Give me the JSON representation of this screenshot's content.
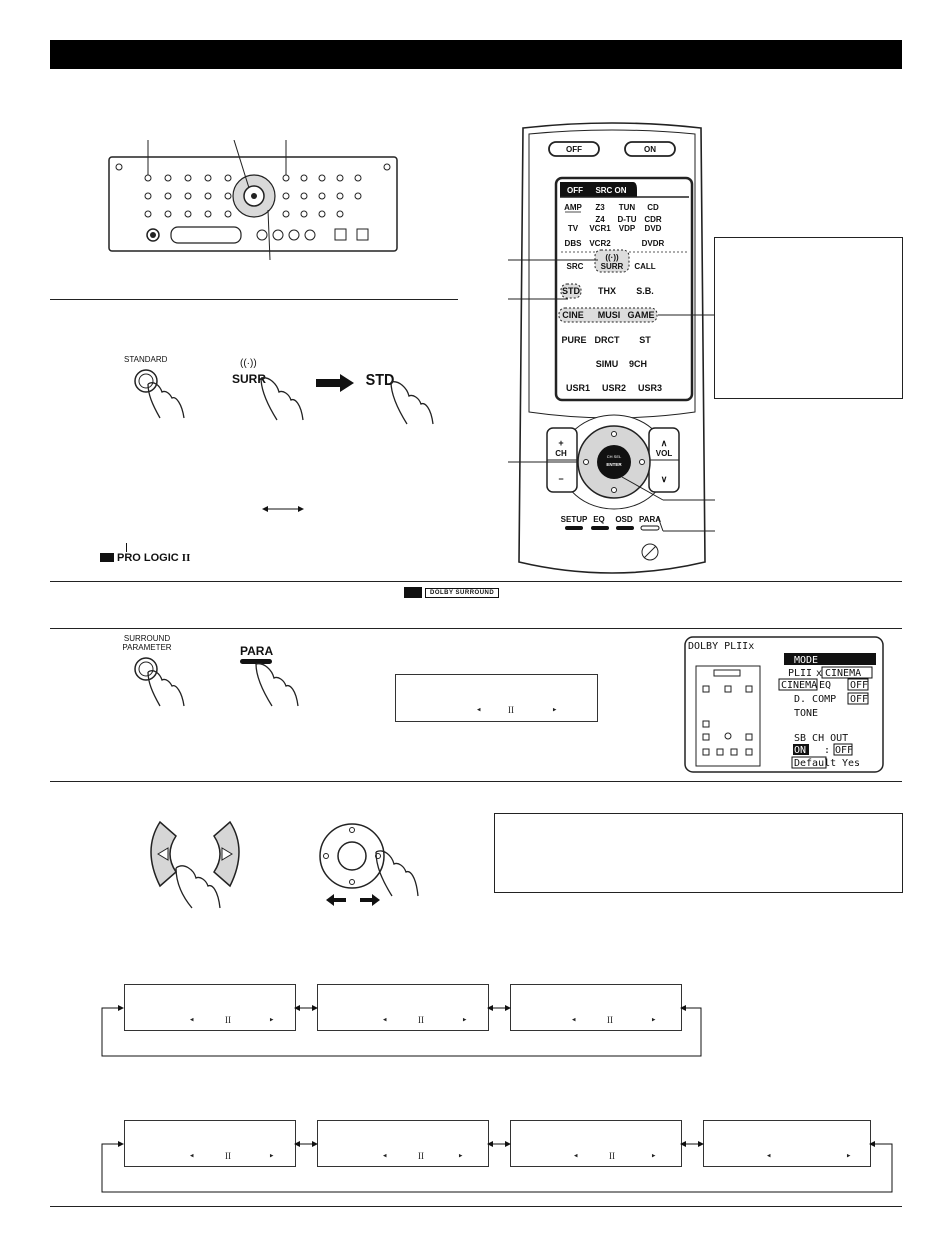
{
  "front_panel": {
    "title_bar": ""
  },
  "buttons": {
    "standard": "STANDARD",
    "surr": "SURR",
    "std": "STD",
    "surround_parameter_line1": "SURROUND",
    "surround_parameter_line2": "PARAMETER",
    "para": "PARA"
  },
  "logos": {
    "pro_logic": "PRO LOGIC",
    "pro_logic_suffix": "II",
    "dolby_surround": "DOLBY SURROUND"
  },
  "remote": {
    "off": "OFF",
    "on": "ON",
    "tab_off": "OFF",
    "tab_src_on": "SRC ON",
    "source_rows": [
      [
        "AMP",
        "Z3",
        "TUN",
        "CD"
      ],
      [
        "Z4",
        "D-TU",
        "CDR"
      ],
      [
        "TV",
        "VCR1",
        "VDP",
        "DVD"
      ],
      [
        "DBS",
        "VCR2",
        "DVDR"
      ]
    ],
    "src": "SRC",
    "surr": "SURR",
    "call": "CALL",
    "std": "STD",
    "thx": "THX",
    "sb": "S.B.",
    "cine": "CINE",
    "musi": "MUSI",
    "game": "GAME",
    "pure": "PURE",
    "drct": "DRCT",
    "st": "ST",
    "simu": "SIMU",
    "nine_ch": "9CH",
    "usr1": "USR1",
    "usr2": "USR2",
    "usr3": "USR3",
    "ch_label": "CH",
    "vol_label": "VOL",
    "ch_sel": "CH SEL",
    "enter": "ENTER",
    "bottom_keys": [
      "SETUP",
      "EQ",
      "OSD",
      "PARA"
    ]
  },
  "osd": {
    "title": "DOLBY  PLIIx",
    "mode": "MODE",
    "plii": "PLII",
    "x": "x",
    "cinema_tag": "CINEMA",
    "cinema_left": "CINEMA",
    "eq": "EQ",
    "eq_value": "OFF",
    "dcomp": "D. COMP",
    "dcomp_value": "OFF",
    "tone": "TONE",
    "sb_ch_out": "SB  CH  OUT",
    "on_value": "ON",
    "colon": ":",
    "off_value": "OFF",
    "default": "Default",
    "yes": "Yes"
  },
  "display_glyph": "II"
}
